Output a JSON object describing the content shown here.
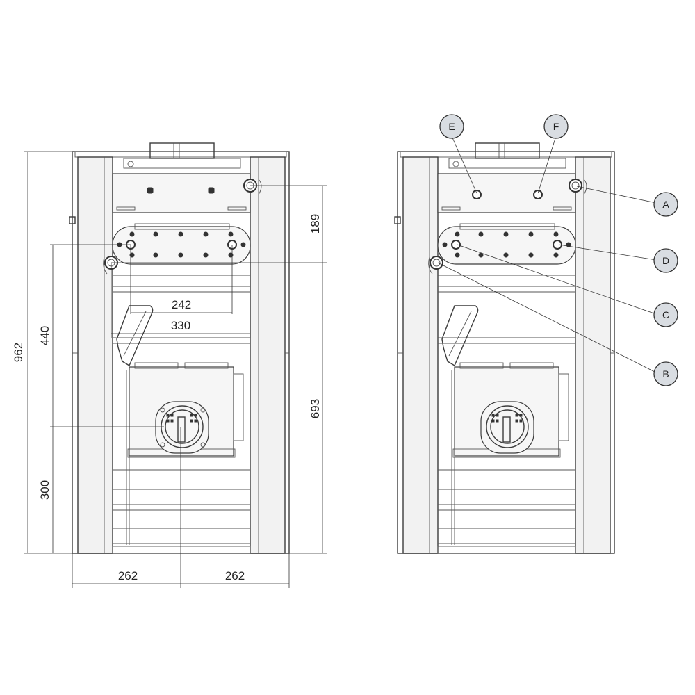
{
  "dimensions": {
    "total_height": "962",
    "left_vertical_upper": "440",
    "left_vertical_lower": "300",
    "right_vertical_upper": "189",
    "right_vertical_lower": "693",
    "inner_width_242": "242",
    "inner_width_330": "330",
    "bottom_left": "262",
    "bottom_right": "262"
  },
  "callouts": [
    "A",
    "B",
    "C",
    "D",
    "E",
    "F"
  ],
  "colors": {
    "line": "#3c3c3c",
    "callout_fill": "#d9dde2"
  }
}
